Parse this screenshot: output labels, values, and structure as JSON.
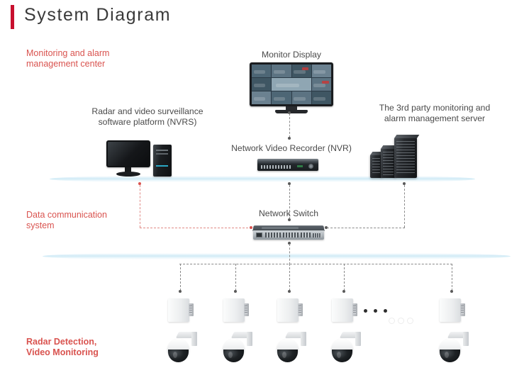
{
  "page": {
    "title": "System Diagram",
    "accent_color": "#c8102e",
    "zone_label_color": "#d9534f",
    "background": "#ffffff"
  },
  "zones": [
    {
      "id": "monitoring-center",
      "label": "Monitoring and alarm\nmanagement center"
    },
    {
      "id": "data-communication",
      "label": "Data communication\nsystem"
    },
    {
      "id": "radar-video",
      "label": "Radar Detection,\nVideo Monitoring"
    }
  ],
  "nodes": {
    "monitor_display": {
      "label": "Monitor Display",
      "icon": "monitor-display-icon"
    },
    "nvrs_workstation": {
      "label": "Radar and video surveillance\nsoftware platform (NVRS)",
      "icon": "desktop-computer-icon"
    },
    "nvr": {
      "label": "Network Video Recorder (NVR)",
      "icon": "nvr-device-icon"
    },
    "third_party_server": {
      "label": "The 3rd party monitoring and\nalarm management server",
      "icon": "server-rack-icon"
    },
    "network_switch": {
      "label": "Network Switch",
      "icon": "network-switch-icon"
    }
  },
  "field_devices": {
    "radar_icon": "radar-sensor-icon",
    "camera_icon": "ptz-dome-camera-icon",
    "count_visible": 5,
    "ellipsis": "• • •",
    "positions_x": [
      254,
      332,
      408,
      485,
      637
    ]
  },
  "connections": {
    "link_color_primary": "#8a8a8a",
    "link_color_secondary": "#e08a86",
    "style": "dashed"
  }
}
